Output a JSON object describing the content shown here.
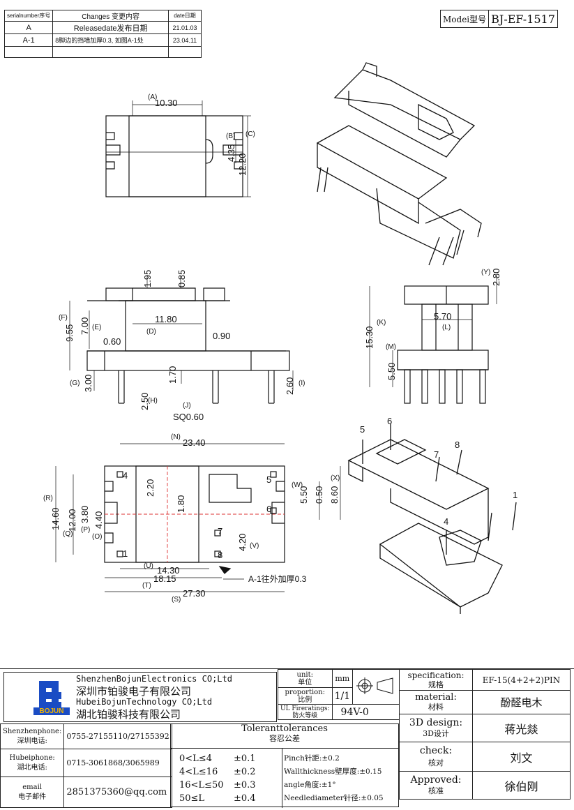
{
  "revision_table": {
    "headers": [
      "serialnumber序号",
      "Changes 变更内容",
      "date日期"
    ],
    "rows": [
      {
        "serial": "A",
        "change": "Releasedate发布日期",
        "date": "21.01.03"
      },
      {
        "serial": "A-1",
        "change": "8脚边的挡墙加厚0.3, 如图A-1处",
        "date": "23.04.11"
      }
    ]
  },
  "model": {
    "label": "Modei型号",
    "value": "BJ-EF-1517"
  },
  "top_view": {
    "dims": [
      "10.30",
      "4.35",
      "12.20"
    ],
    "labels": [
      "(A)",
      "(B)",
      "(C)"
    ]
  },
  "front_view": {
    "dims": [
      "1.95",
      "0.85",
      "11.80",
      "9.55",
      "7.00",
      "0.60",
      "0.90",
      "3.00",
      "1.70",
      "2.50",
      "2.60",
      "SQ0.60"
    ],
    "labels": [
      "(F)",
      "(E)",
      "(D)",
      "(G)",
      "(H)",
      "(J)",
      "(I)"
    ]
  },
  "side_view": {
    "dims": [
      "2.80",
      "5.70",
      "15.30",
      "5.50"
    ],
    "labels": [
      "(Y)",
      "(K)",
      "(L)",
      "(M)"
    ]
  },
  "bottom_view": {
    "dims": [
      "23.40",
      "14.60",
      "12.00",
      "3.80",
      "4.40",
      "2.20",
      "1.80",
      "5.50",
      "0.50",
      "8.60",
      "4.20",
      "14.30",
      "18.15",
      "27.30"
    ],
    "labels": [
      "(N)",
      "(R)",
      "(Q)",
      "(P)",
      "(O)",
      "(W)",
      "(X)",
      "(V)",
      "(U)",
      "(T)",
      "(S)"
    ],
    "pins": [
      "4",
      "1",
      "5",
      "6",
      "7",
      "8"
    ],
    "note": "A-1往外加厚0.3"
  },
  "iso_bottom_pins": [
    "5",
    "6",
    "7",
    "8",
    "4",
    "1"
  ],
  "title_block": {
    "company_en_1": "ShenzhenBojunElectronics CO;Ltd",
    "company_cn_1": "深圳市铂骏电子有限公司",
    "company_en_2": "HubeiBojunTechnology CO;Ltd",
    "company_cn_2": "湖北铂骏科技有限公司",
    "logo_text": "BOJUN",
    "unit_label_en": "unit:",
    "unit_label_cn": "单位",
    "unit_value": "mm",
    "proportion_label_en": "proportion:",
    "proportion_label_cn": "比例",
    "proportion_value": "1/1",
    "ul_label_en": "UL Fireratings:",
    "ul_label_cn": "防火等级",
    "ul_value": "94V-0",
    "spec_label_en": "specification:",
    "spec_label_cn": "规格",
    "spec_value": "EF-15(4+2+2)PIN",
    "material_label_en": "material:",
    "material_label_cn": "材料",
    "material_value": "酚醛电木",
    "design_label_en": "3D design:",
    "design_label_cn": "3D设计",
    "design_value": "蒋光燚",
    "check_label_en": "check:",
    "check_label_cn": "核对",
    "check_value": "刘文",
    "approved_label_en": "Approved:",
    "approved_label_cn": "核准",
    "approved_value": "徐伯刚",
    "contacts": [
      {
        "label_en": "Shenzhenphone:",
        "label_cn": "深圳电话:",
        "value": "0755-27155110/27155392"
      },
      {
        "label_en": "Hubeiphone:",
        "label_cn": "湖北电话:",
        "value": "0715-3061868/3065989"
      },
      {
        "label_en": "email",
        "label_cn": "电子邮件",
        "value": "2851375360@qq.com"
      }
    ],
    "tolerance_title_en": "Toleranttolerances",
    "tolerance_title_cn": "容忍公差",
    "tolerances": [
      {
        "range": "0<L≤4",
        "tol": "±0.1"
      },
      {
        "range": "4<L≤16",
        "tol": "±0.2"
      },
      {
        "range": "16<L≤50",
        "tol": "±0.3"
      },
      {
        "range": "50≤L",
        "tol": "±0.4"
      }
    ],
    "extra_tolerances": [
      "Pinch针距:±0.2",
      "Wallthickness壁厚度:±0.15",
      "angle角度:±1°",
      "Needlediameter针径:±0.05"
    ]
  }
}
